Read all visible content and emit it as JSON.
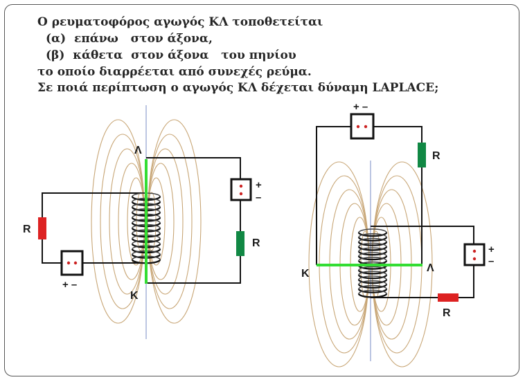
{
  "question": {
    "lines": [
      "Ο ρευματοφόρος αγωγός ΚΛ τοποθετείται",
      "(α)  επάνω   στον άξονα,",
      "(β)  κάθετα  στον άξονα   του πηνίου",
      "το οποίο διαρρέεται από συνεχές ρεύμα.",
      "Σε ποιά περίπτωση ο αγωγός ΚΛ δέχεται δύναμη LAPLACE;"
    ]
  },
  "diagram_a": {
    "label_K": "Κ",
    "label_L": "Λ",
    "resistor_left": "R",
    "resistor_right": "R",
    "source_bottom_polarity": "+ –",
    "source_right_plus": "+",
    "source_right_minus": "–"
  },
  "diagram_b": {
    "label_K": "Κ",
    "label_L": "Λ",
    "resistor_top": "R",
    "resistor_bottom": "R",
    "source_top_polarity": "+ –",
    "source_right_plus": "+",
    "source_right_minus": "–"
  },
  "colors": {
    "conductor": "#33dd33",
    "field_lines": "#c8a676",
    "resistor_red": "#dd2222",
    "resistor_green": "#118844",
    "axis": "#7a8cc4",
    "wire": "#111111",
    "terminal": "#cc2222"
  }
}
